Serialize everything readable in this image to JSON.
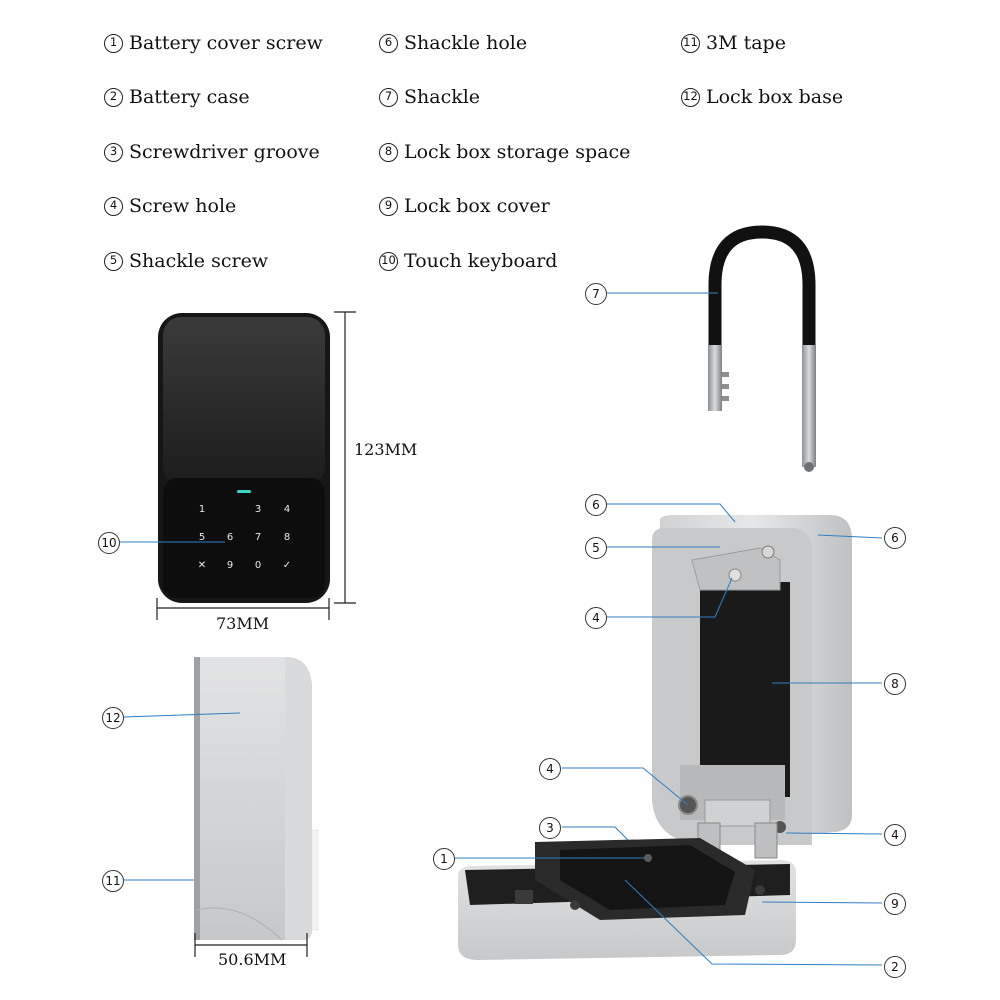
{
  "legend": [
    {
      "num": "1",
      "label": "Battery cover screw"
    },
    {
      "num": "2",
      "label": "Battery case"
    },
    {
      "num": "3",
      "label": "Screwdriver groove"
    },
    {
      "num": "4",
      "label": "Screw hole"
    },
    {
      "num": "5",
      "label": "Shackle screw"
    },
    {
      "num": "6",
      "label": "Shackle hole"
    },
    {
      "num": "7",
      "label": "Shackle"
    },
    {
      "num": "8",
      "label": "Lock box storage space"
    },
    {
      "num": "9",
      "label": "Lock box cover"
    },
    {
      "num": "10",
      "label": "Touch keyboard"
    },
    {
      "num": "11",
      "label": "3M tape"
    },
    {
      "num": "12",
      "label": "Lock box base"
    }
  ],
  "dimensions": {
    "height": "123MM",
    "width": "73MM",
    "depth": "50.6MM"
  },
  "keypad": [
    "1",
    "3",
    "4",
    "5",
    "6",
    "7",
    "8",
    "✕",
    "9",
    "0",
    "✓"
  ],
  "callouts": {
    "front_touch": "10",
    "shackle": "7",
    "shackle_hole_top": "6",
    "shackle_hole_right": "6",
    "shackle_screw": "5",
    "screw_hole_upper": "4",
    "storage": "8",
    "screw_hole_left": "4",
    "screw_hole_right": "4",
    "groove": "3",
    "cover_screw": "1",
    "cover": "9",
    "battery_case": "2",
    "side_base": "12",
    "side_tape": "11"
  }
}
